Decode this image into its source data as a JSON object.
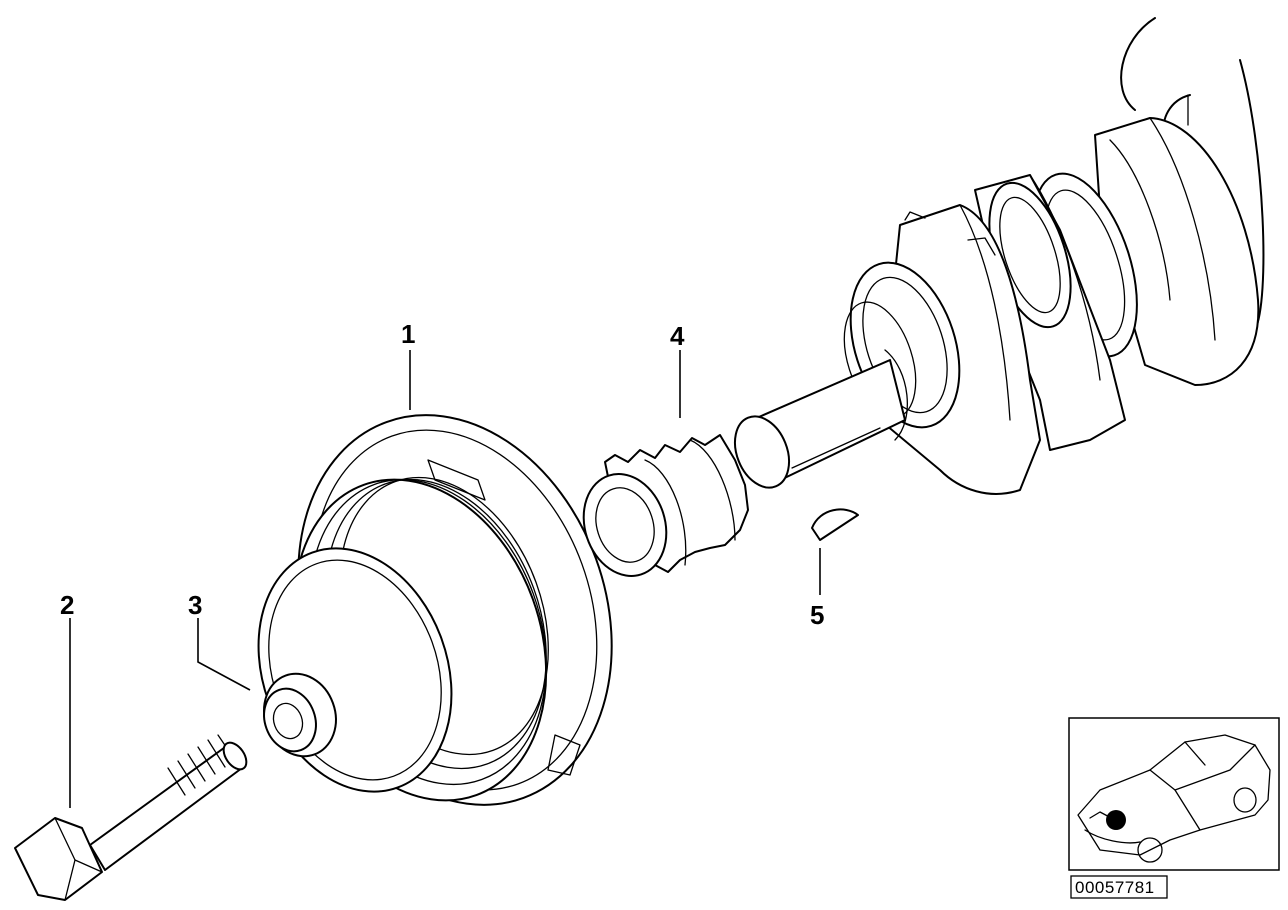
{
  "callouts": [
    {
      "id": "1",
      "label": "1"
    },
    {
      "id": "2",
      "label": "2"
    },
    {
      "id": "3",
      "label": "3"
    },
    {
      "id": "4",
      "label": "4"
    },
    {
      "id": "5",
      "label": "5"
    }
  ],
  "reference_number": "00057781",
  "icons": {
    "inset": "car-location-inset-icon",
    "crankshaft": "crankshaft-icon",
    "pulley": "vibration-damper-pulley-icon",
    "bolt": "bolt-icon",
    "washer": "washer-icon",
    "sprocket": "sprocket-icon",
    "key": "woodruff-key-icon"
  },
  "colors": {
    "line": "#000000",
    "background": "#ffffff"
  }
}
